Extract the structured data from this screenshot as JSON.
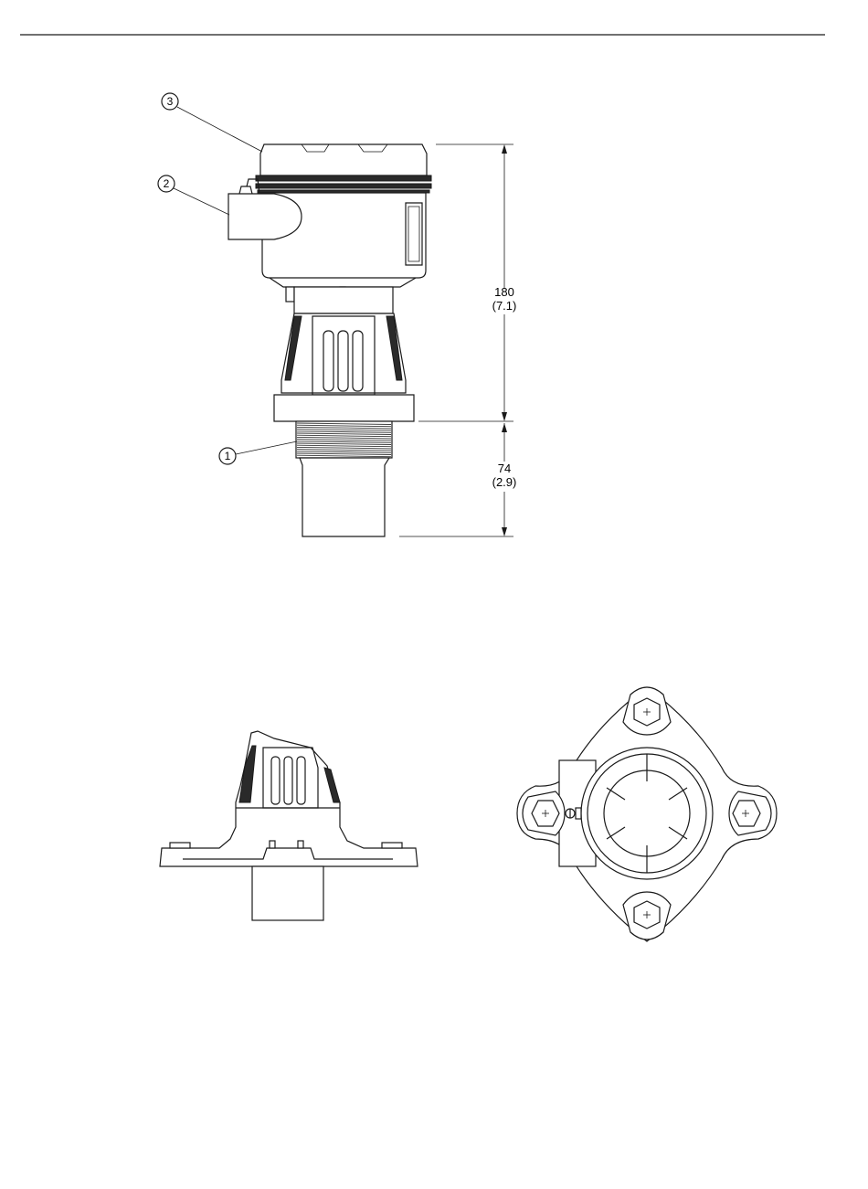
{
  "callouts": [
    {
      "number": "1"
    },
    {
      "number": "2"
    },
    {
      "number": "3"
    }
  ],
  "dimensions": {
    "housing_height": {
      "value": "180",
      "inch": "(7.1)"
    },
    "thread_height": {
      "value": "74",
      "inch": "(2.9)"
    }
  }
}
